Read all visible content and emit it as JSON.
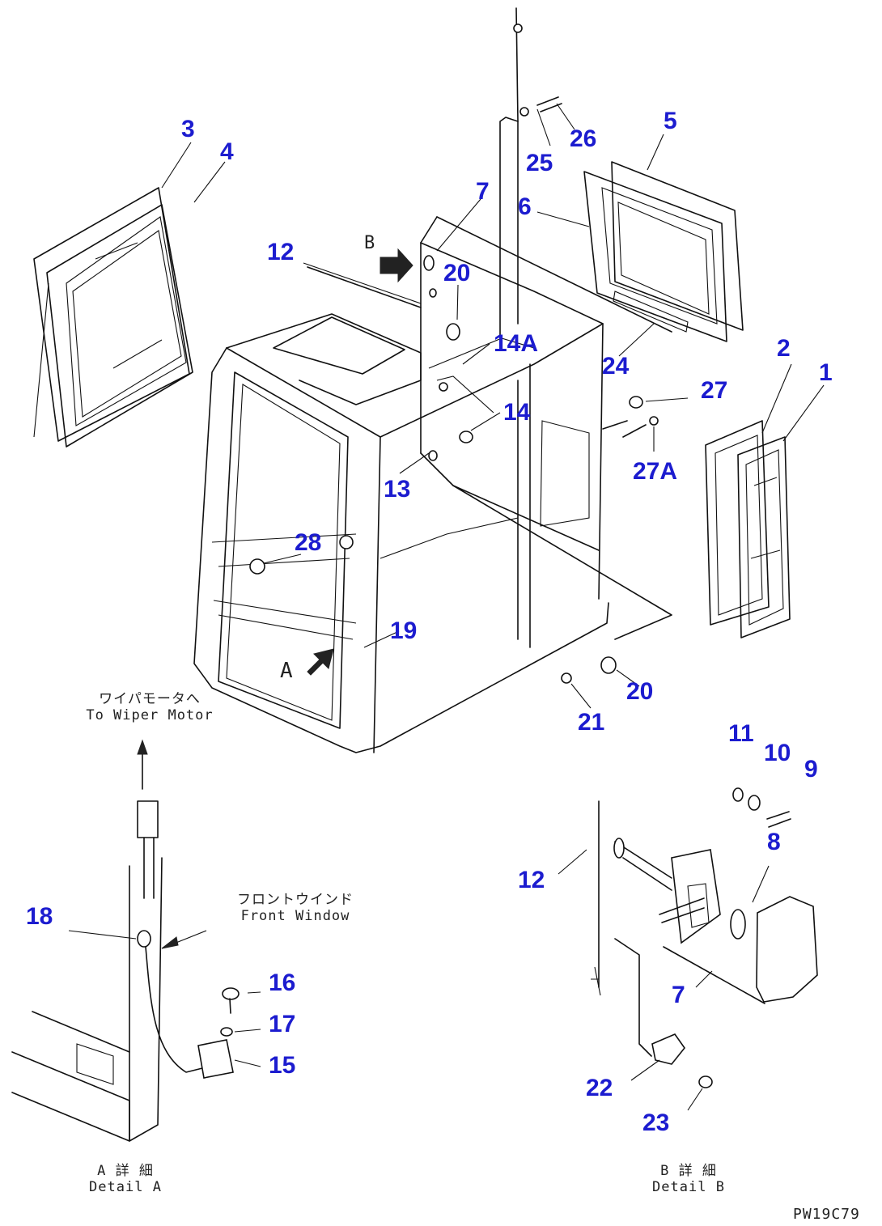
{
  "callouts": {
    "c1": "1",
    "c2": "2",
    "c3": "3",
    "c4": "4",
    "c5": "5",
    "c6": "6",
    "c7_top": "7",
    "c7_bottom": "7",
    "c8": "8",
    "c9": "9",
    "c10": "10",
    "c11": "11",
    "c12_top": "12",
    "c12_bottom": "12",
    "c13": "13",
    "c14": "14",
    "c14a": "14A",
    "c15": "15",
    "c16": "16",
    "c17": "17",
    "c18": "18",
    "c19": "19",
    "c20_top": "20",
    "c20_bottom": "20",
    "c21": "21",
    "c22": "22",
    "c23": "23",
    "c24": "24",
    "c25": "25",
    "c26": "26",
    "c27": "27",
    "c27a": "27A",
    "c28": "28"
  },
  "notes": {
    "to_wiper_jp": "ワイパモータへ",
    "to_wiper_en": "To Wiper Motor",
    "front_window_jp": "フロントウインド",
    "front_window_en": "Front Window",
    "detail_a_jp": "A 詳 細",
    "detail_a_en": "Detail A",
    "detail_b_jp": "B 詳 細",
    "detail_b_en": "Detail B",
    "view_a": "A",
    "view_b": "B",
    "drawing_ref": "PW19C79"
  },
  "colors": {
    "callout": "#1c1ccf",
    "line": "#111111",
    "background": "#ffffff"
  }
}
